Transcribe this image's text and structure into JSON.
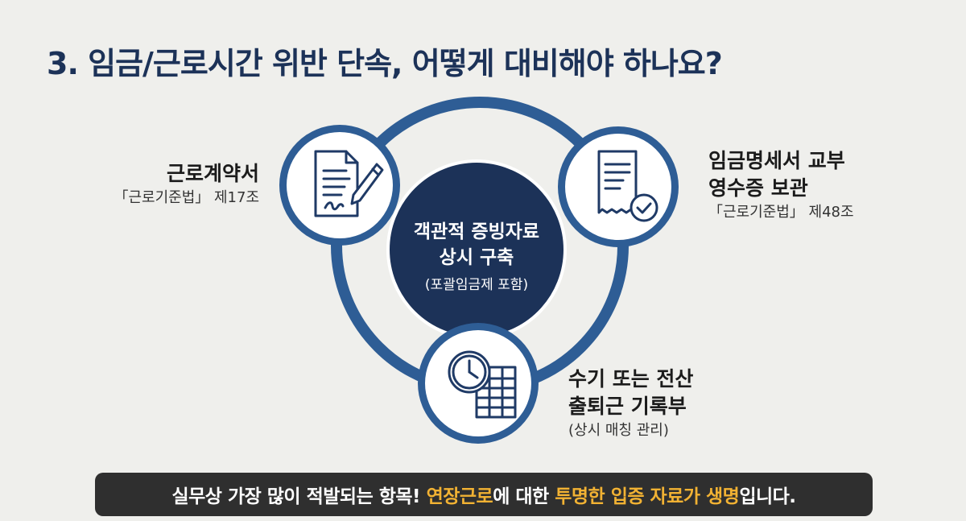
{
  "title": "3. 임금/근로시간 위반 단속, 어떻게 대비해야 하나요?",
  "center": {
    "line1": "객관적 증빙자료",
    "line2": "상시 구축",
    "sub": "(포괄임금제 포함)"
  },
  "items": [
    {
      "title": "근로계약서",
      "sub": "「근로기준법」 제17조",
      "icon": "signed-contract-icon"
    },
    {
      "title_line1": "임금명세서 교부",
      "title_line2": "영수증 보관",
      "sub": "「근로기준법」 제48조",
      "icon": "receipt-check-icon"
    },
    {
      "title_line1": "수기 또는 전산",
      "title_line2": "출퇴근 기록부",
      "sub": "(상시 매칭 관리)",
      "icon": "clock-spreadsheet-icon"
    }
  ],
  "banner": {
    "part1": "실무상 가장 많이 적발되는 항목! ",
    "highlight1": "연장근로",
    "part2": "에 대한 ",
    "highlight2": "투명한 입증 자료가 생명",
    "part3": "입니다."
  },
  "colors": {
    "navy": "#1c3258",
    "ring": "#2e5d95",
    "highlight": "#f2b233",
    "banner_bg": "#2f2f2f"
  }
}
